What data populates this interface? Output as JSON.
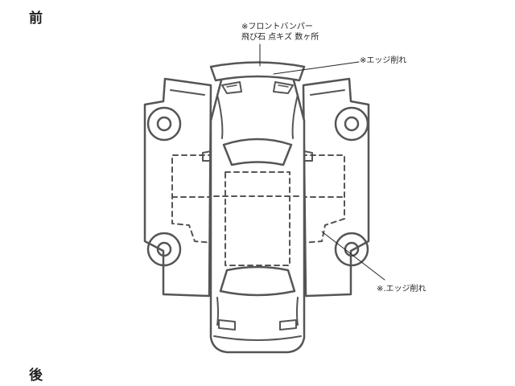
{
  "labels": {
    "front": "前",
    "rear": "後"
  },
  "annotations": {
    "bumper_line1": "※フロントバンパー",
    "bumper_line2": "飛び石 点キズ 数ヶ所",
    "edge_top": "※エッジ削れ",
    "edge_bottom": "※.エッジ削れ"
  },
  "colors": {
    "outline": "#555555",
    "text": "#222222"
  }
}
